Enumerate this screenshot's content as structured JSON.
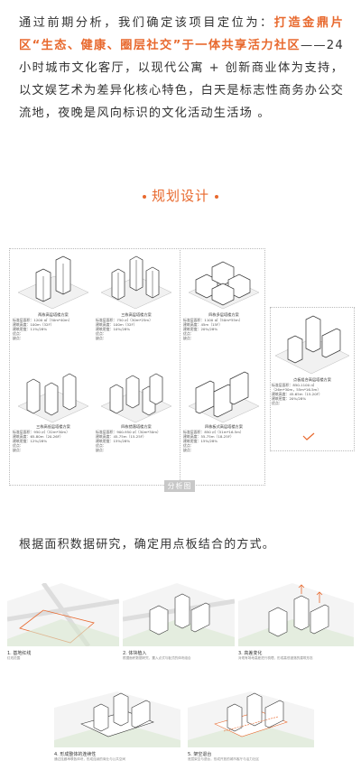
{
  "intro": {
    "p1": "通过前期分析，我们确定该项目定位为：",
    "highlight": "打造金鼎片区“生态、健康、圈层社交”于一体共享活力社区",
    "p2": "——24小时城市文化客厅，以现代公寓 + 创新商业体为支持，以文娱艺术为差异化核心特色，白天是标志性商务办公交流地，夜晚是风向标识的文化活动生活场 。"
  },
  "section_title": "规划设计",
  "analysis": {
    "cells": [
      {
        "title": "两栋高层塔楼方案",
        "lines": [
          "标准层面积：1200 ㎡（30m*40m）",
          "建筑高度：100m（32F）",
          "建筑密度：11%/28%",
          "优点：",
          "缺点："
        ]
      },
      {
        "title": "三栋高层塔楼方案",
        "lines": [
          "标准层面积：750 ㎡（30m*25m）",
          "建筑高度：100m（32F）",
          "建筑密度：10%/28%",
          "优点：",
          "缺点："
        ]
      },
      {
        "title": "四栋多层塔楼方案",
        "lines": [
          "标准层面积：1100 ㎡（50m*55m）",
          "建筑高度：45m（15F）",
          "建筑密度：20%/28%",
          "优点：",
          "缺点："
        ]
      },
      {
        "title": "三栋高低层塔楼方案",
        "lines": [
          "标准层面积：950 ㎡（32m*30m）",
          "建筑高度：65-80m（20-26F）",
          "建筑密度：12%/28%",
          "优点：",
          "缺点："
        ]
      },
      {
        "title": "四栋错落塔楼方案",
        "lines": [
          "标准层面积：900-950 ㎡（30m*30m）",
          "建筑高度：45-75m（15-25F）",
          "建筑密度：15%/28%",
          "优点：",
          "缺点："
        ]
      },
      {
        "title": "四栋板式高层塔楼方案",
        "lines": [
          "标准层面积：850 ㎡（51m*16.5m）",
          "建筑高度：55-75m（18-25F）",
          "建筑密度：15%/28%",
          "优点：",
          "缺点："
        ]
      },
      {
        "title": "点板组合高层塔楼方案",
        "lines": [
          "标准层面积：850-1100 ㎡",
          "（26m*30m，55m*16.5m）",
          "建筑高度：45-65m（15-20F）",
          "建筑密度：20%/28%",
          "优点："
        ]
      }
    ],
    "figure_label": "分析图"
  },
  "method": "根据面积数据研究，确定用点板结合的方式。",
  "steps": [
    {
      "label": "1. 基地红线",
      "desc": "红线范围"
    },
    {
      "label": "2. 体块植入",
      "desc": "根据面积数据研究，置入点式与板式的体块组合"
    },
    {
      "label": "3. 高差变化",
      "desc": "对现有场地高差进行梳理，形成高低错落的建筑形态"
    },
    {
      "label": "4. 形成整体的连续性",
      "desc": "通过连廊串联各体块，形成连续的商业与公共空间"
    },
    {
      "label": "5. 架空退台",
      "desc": "底层架空与退台，形成开放的城市客厅与活力社区"
    }
  ],
  "colors": {
    "accent": "#e8692e",
    "muted": "#888888"
  }
}
